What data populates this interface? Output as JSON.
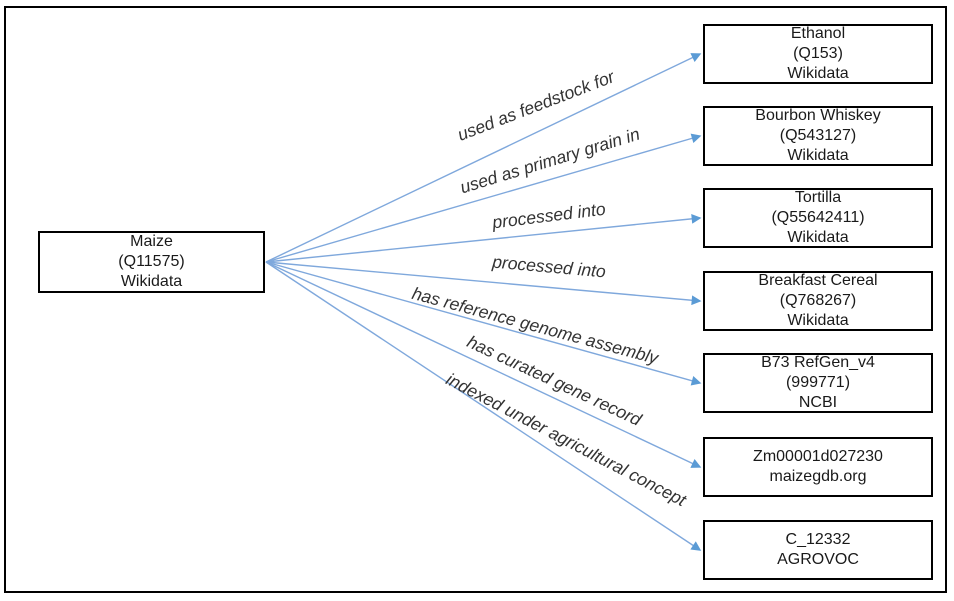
{
  "diagram": {
    "source": {
      "lines": [
        "Maize",
        "(Q11575)",
        "Wikidata"
      ]
    },
    "edges": [
      {
        "label": "used as feedstock for",
        "target": {
          "lines": [
            "Ethanol",
            "(Q153)",
            "Wikidata"
          ]
        }
      },
      {
        "label": "used as primary grain in",
        "target": {
          "lines": [
            "Bourbon Whiskey",
            "(Q543127)",
            "Wikidata"
          ]
        }
      },
      {
        "label": "processed into",
        "target": {
          "lines": [
            "Tortilla",
            "(Q55642411)",
            "Wikidata"
          ]
        }
      },
      {
        "label": "processed into",
        "target": {
          "lines": [
            "Breakfast Cereal",
            "(Q768267)",
            "Wikidata"
          ]
        }
      },
      {
        "label": "has reference genome assembly",
        "target": {
          "lines": [
            "B73 RefGen_v4",
            "(999771)",
            "NCBI"
          ]
        }
      },
      {
        "label": "has curated gene record",
        "target": {
          "lines": [
            "Zm00001d027230",
            "maizegdb.org"
          ]
        }
      },
      {
        "label": "indexed under agricultural concept",
        "target": {
          "lines": [
            "C_12332",
            "AGROVOC"
          ]
        }
      }
    ],
    "colors": {
      "arrow_line": "#7FA8DC",
      "arrow_head": "#5B9BD5",
      "box_border": "#000000",
      "box_fill": "#FFFFFF"
    }
  }
}
